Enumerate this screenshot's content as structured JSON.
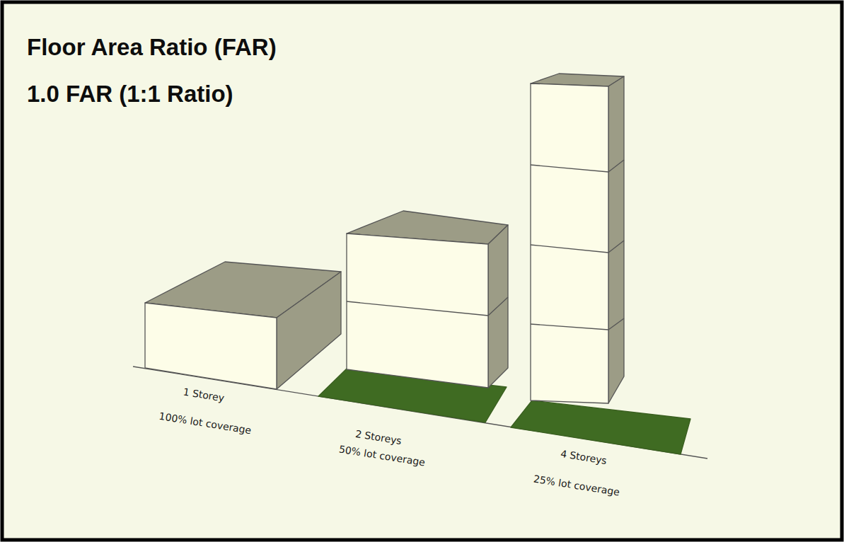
{
  "diagram": {
    "title": "Floor Area Ratio (FAR)",
    "labels": [
      "1.0 FAR (1:1 Ratio)",
      "1 Storey",
      "100% lot coverage",
      "2 Storeys",
      "50% lot coverage",
      "4 Storeys",
      "25% lot coverage"
    ]
  }
}
